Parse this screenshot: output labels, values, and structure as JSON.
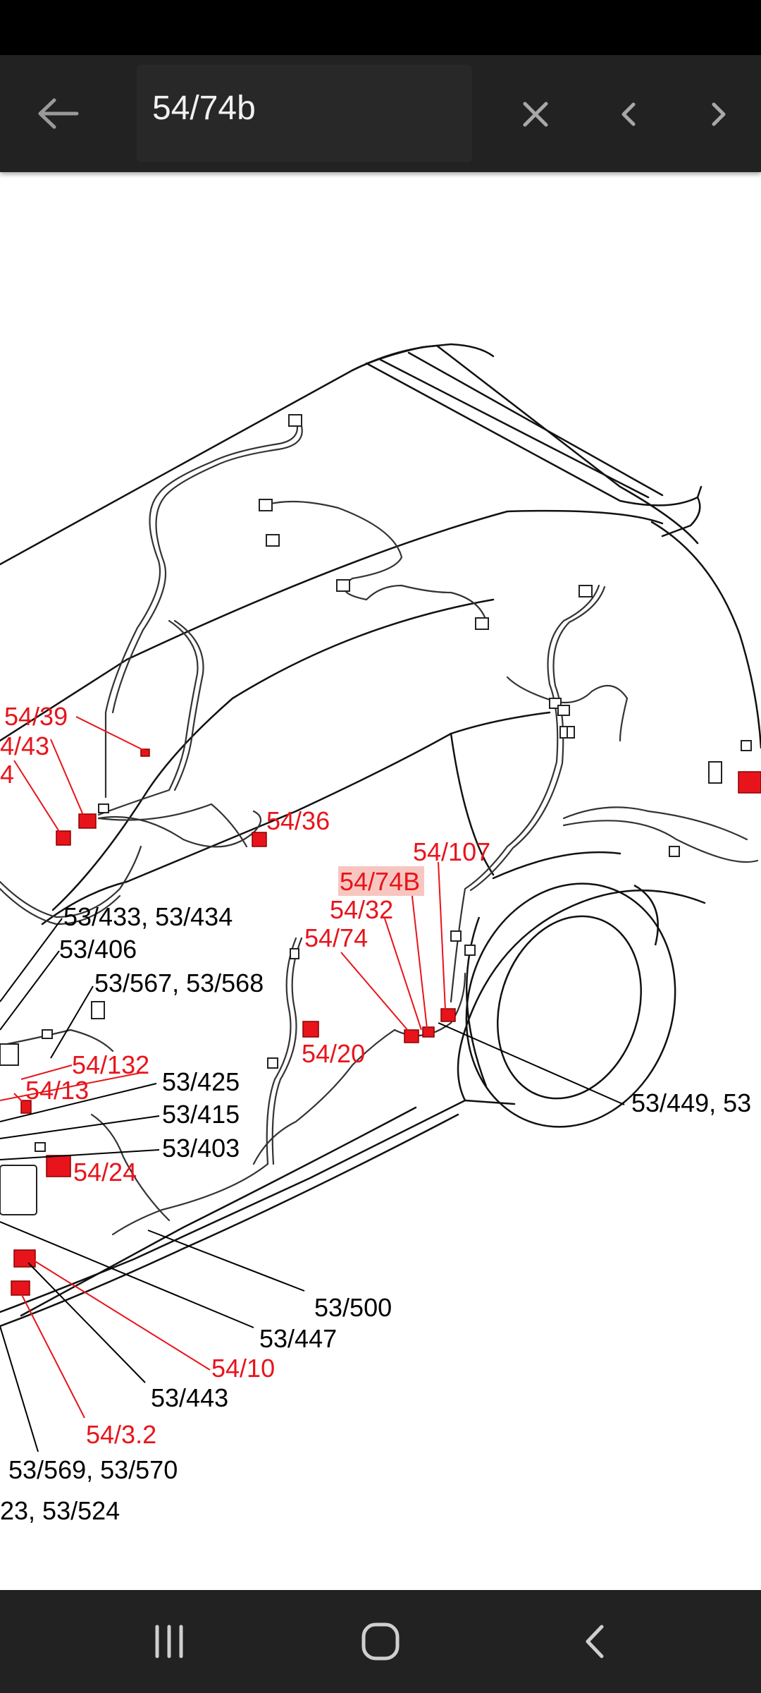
{
  "search": {
    "query": "54/74b",
    "back_icon": "arrow-left-icon",
    "clear_icon": "close-icon",
    "prev_icon": "chevron-left-icon",
    "next_icon": "chevron-right-icon"
  },
  "diagram": {
    "red_labels": {
      "l_54_39": "54/39",
      "l_54_43": "4/43",
      "l_54_4x": "4",
      "l_54_36": "54/36",
      "l_54_107": "54/107",
      "l_54_74B": "54/74B",
      "l_54_32": "54/32",
      "l_54_74": "54/74",
      "l_54_20": "54/20",
      "l_54_132": "54/132",
      "l_54_13": "54/13",
      "l_54_24": "54/24",
      "l_54_10": "54/10",
      "l_54_3_2": "54/3.2"
    },
    "black_labels": {
      "l_53_433": "53/433, 53/434",
      "l_53_406": "53/406",
      "l_53_567": "53/567, 53/568",
      "l_53_425": "53/425",
      "l_53_415": "53/415",
      "l_53_403": "53/403",
      "l_53_449": "53/449, 53",
      "l_53_500": "53/500",
      "l_53_447": "53/447",
      "l_53_443": "53/443",
      "l_53_569": "53/569, 53/570",
      "l_53_523": "23, 53/524"
    },
    "colors": {
      "highlight": "#f7c6c0",
      "red": "#e8141b",
      "black": "#000000"
    }
  },
  "navbar": {
    "recents_icon": "recents-icon",
    "home_icon": "home-icon",
    "back_icon": "back-icon"
  }
}
